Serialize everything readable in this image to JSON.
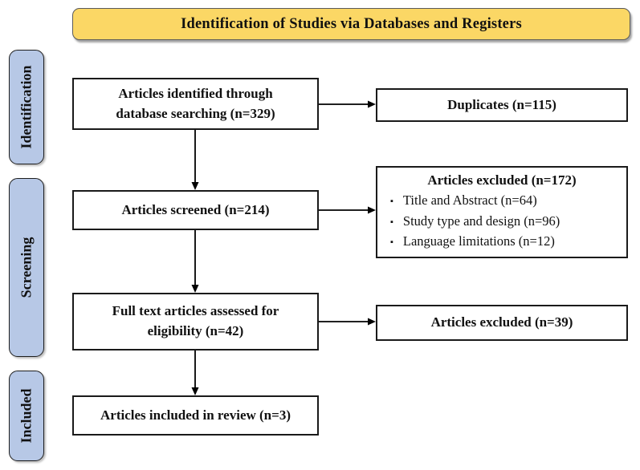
{
  "banner": {
    "title": "Identification of Studies via Databases and Registers"
  },
  "stages": [
    {
      "label": "Identification"
    },
    {
      "label": "Screening"
    },
    {
      "label": "Included"
    }
  ],
  "flow": {
    "identified": "Articles identified through\ndatabase searching (n=329)",
    "duplicates": "Duplicates (n=115)",
    "screened": "Articles screened (n=214)",
    "excluded_title": "Articles excluded (n=172)",
    "excluded_items": [
      "Title and Abstract (n=64)",
      "Study type and design (n=96)",
      "Language limitations (n=12)"
    ],
    "full_text": "Full text articles assessed for\neligibility (n=42)",
    "excluded_fulltext": "Articles excluded (n=39)",
    "included": "Articles included in review (n=3)"
  },
  "icons": {
    "square_bullet": "▪"
  },
  "colors": {
    "banner_fill": "#FBD765",
    "banner_border": "#5a5a5a",
    "stage_fill": "#B7C8E6",
    "box_border": "#1a1a1a",
    "text": "#111111"
  }
}
